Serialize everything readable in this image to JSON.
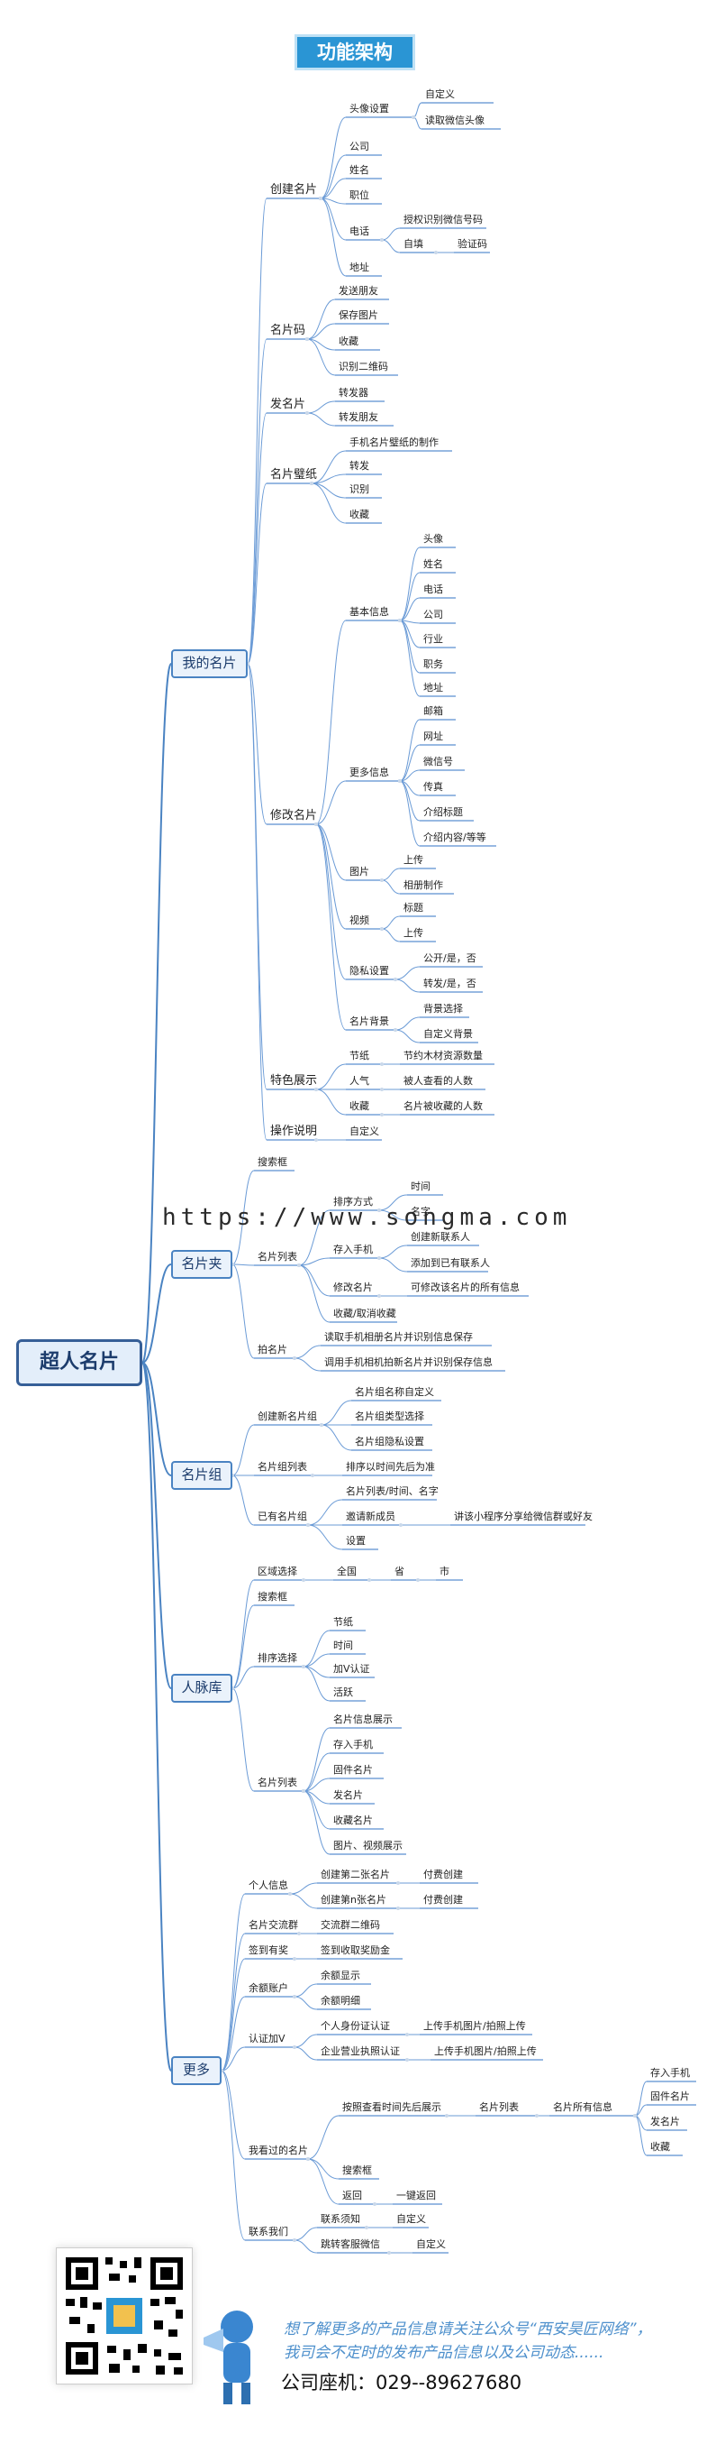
{
  "title": "功能架构",
  "root": "超人名片",
  "watermark": "https://www.songma.com",
  "branches": {
    "b1": {
      "label": "我的名片"
    },
    "b2": {
      "label": "名片夹"
    },
    "b3": {
      "label": "名片组"
    },
    "b4": {
      "label": "人脉库"
    },
    "b5": {
      "label": "更多"
    }
  },
  "nodes": {
    "n1": "创建名片",
    "n2": "头像设置",
    "n3": "自定义",
    "n4": "读取微信头像",
    "n5": "公司",
    "n6": "姓名",
    "n7": "职位",
    "n8": "电话",
    "n9": "授权识别微信号码",
    "n10": "自填",
    "n11": "验证码",
    "n12": "地址",
    "n13": "名片码",
    "n14": "发送朋友",
    "n15": "保存图片",
    "n16": "收藏",
    "n17": "识别二维码",
    "n18": "发名片",
    "n19": "转发器",
    "n20": "转发朋友",
    "n21": "名片璧纸",
    "n22": "手机名片璧纸的制作",
    "n23": "转发",
    "n24": "识别",
    "n25": "收藏",
    "n26": "修改名片",
    "n27": "基本信息",
    "n28": "头像",
    "n29": "姓名",
    "n30": "电话",
    "n31": "公司",
    "n32": "行业",
    "n33": "职务",
    "n34": "地址",
    "n35": "更多信息",
    "n36": "邮箱",
    "n37": "网址",
    "n38": "微信号",
    "n39": "传真",
    "n40": "介绍标题",
    "n41": "介绍内容/等等",
    "n42": "图片",
    "n43": "上传",
    "n44": "相册制作",
    "n45": "视频",
    "n46": "标题",
    "n47": "上传",
    "n48": "隐私设置",
    "n49": "公开/是，否",
    "n50": "转发/是，否",
    "n51": "名片背景",
    "n52": "背景选择",
    "n53": "自定义背景",
    "n54": "特色展示",
    "n55": "节纸",
    "n56": "节约木材资源数量",
    "n57": "人气",
    "n58": "被人查看的人数",
    "n59": "收藏",
    "n60": "名片被收藏的人数",
    "n61": "操作说明",
    "n62": "自定义",
    "n63": "搜索框",
    "n64": "名片列表",
    "n65": "排序方式",
    "n66": "时间",
    "n67": "名字",
    "n68": "存入手机",
    "n69": "创建新联系人",
    "n70": "添加到已有联系人",
    "n71": "修改名片",
    "n72": "可修改该名片的所有信息",
    "n73": "收藏/取消收藏",
    "n74": "拍名片",
    "n75": "读取手机相册名片并识别信息保存",
    "n76": "调用手机相机拍新名片并识别保存信息",
    "n77": "创建新名片组",
    "n78": "名片组名称自定义",
    "n79": "名片组类型选择",
    "n80": "名片组隐私设置",
    "n81": "名片组列表",
    "n82": "排序以时间先后为准",
    "n83": "已有名片组",
    "n84": "名片列表/时间、名字",
    "n85": "邀请新成员",
    "n86": "讲该小程序分享给微信群或好友",
    "n87": "设置",
    "n88": "区域选择",
    "n89": "全国",
    "n90": "省",
    "n91": "市",
    "n92": "搜索框",
    "n93": "排序选择",
    "n94": "节纸",
    "n95": "时间",
    "n96": "加V认证",
    "n97": "活跃",
    "n98": "名片列表",
    "n99": "名片信息展示",
    "n100": "存入手机",
    "n101": "固件名片",
    "n102": "发名片",
    "n103": "收藏名片",
    "n104": "图片、视频展示",
    "n105": "个人信息",
    "n106": "创建第二张名片",
    "n107": "付费创建",
    "n108": "创建第n张名片",
    "n109": "付费创建",
    "n110": "名片交流群",
    "n111": "交流群二维码",
    "n112": "签到有奖",
    "n113": "签到收取奖励金",
    "n114": "余额账户",
    "n115": "余额显示",
    "n116": "余额明细",
    "n117": "认证加V",
    "n118": "个人身份证认证",
    "n119": "上传手机图片/拍照上传",
    "n120": "企业营业执照认证",
    "n121": "上传手机图片/拍照上传",
    "n122": "我看过的名片",
    "n123": "按照查看时间先后展示",
    "n124": "名片列表",
    "n125": "名片所有信息",
    "n126": "存入手机",
    "n127": "固件名片",
    "n128": "发名片",
    "n129": "收藏",
    "n130": "搜索框",
    "n131": "返回",
    "n132": "一键返回",
    "n133": "联系我们",
    "n134": "联系须知",
    "n135": "自定义",
    "n136": "跳转客服微信",
    "n137": "自定义"
  },
  "footer": {
    "promo_line1": "想了解更多的产品信息请关注公众号“西安昊匠网络”，",
    "promo_line2": "我司会不定时的发布产品信息以及公司动态......",
    "phone": "公司座机：029--89627680"
  }
}
